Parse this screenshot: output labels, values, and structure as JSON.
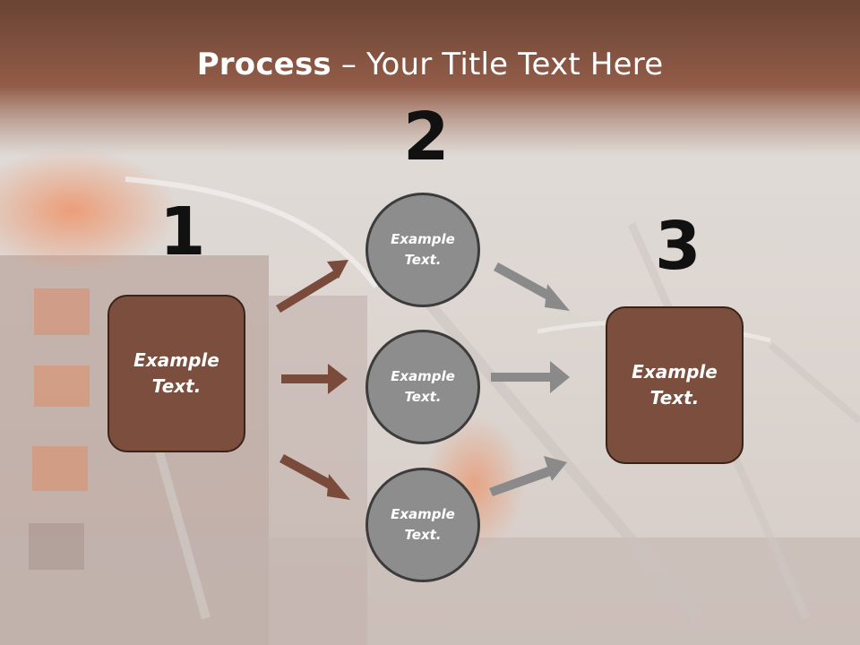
{
  "title": {
    "bold": "Process",
    "rest": " – Your Title Text Here"
  },
  "steps": [
    {
      "number": "1",
      "text_line1": "Example",
      "text_line2": "Text."
    },
    {
      "number": "2"
    },
    {
      "number": "3",
      "text_line1": "Example",
      "text_line2": "Text."
    }
  ],
  "circles": [
    {
      "text_line1": "Example",
      "text_line2": "Text."
    },
    {
      "text_line1": "Example",
      "text_line2": "Text."
    },
    {
      "text_line1": "Example",
      "text_line2": "Text."
    }
  ],
  "colors": {
    "brown_box": "#7b4e3d",
    "brown_arrow": "#7a4a3a",
    "gray_circle": "#8d8d8d",
    "gray_arrow": "#8a8a8a",
    "title_band": "#8a5a48"
  }
}
